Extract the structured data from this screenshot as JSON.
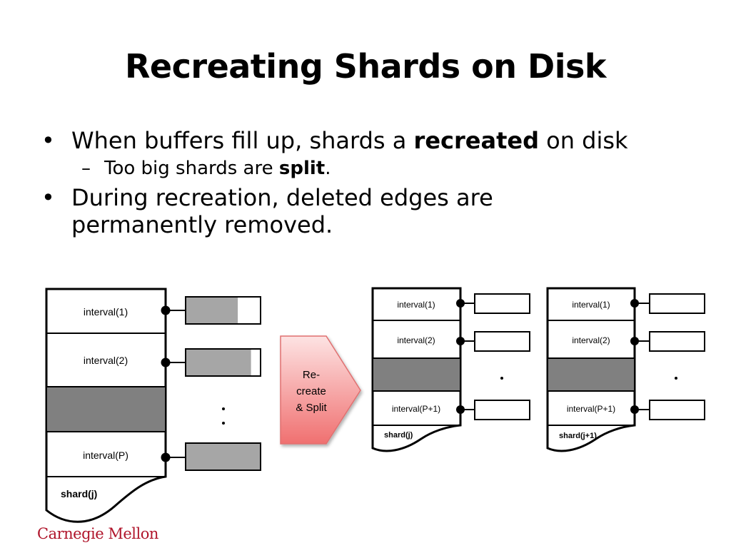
{
  "slide": {
    "title": "Recreating Shards on Disk",
    "bullet1": {
      "text_before": "When buffers fill up, shards a ",
      "bold": "recreated",
      "text_after": " on disk"
    },
    "sub_bullet": {
      "text_before": "Too big shards are ",
      "bold": "split",
      "text_after": "."
    },
    "bullet2": "During recreation, deleted edges are permanently removed."
  },
  "diagram": {
    "before": {
      "intervals": [
        "interval(1)",
        "interval(2)",
        "interval(P)"
      ],
      "shard_label": "shard(j)",
      "buffer_fill": [
        0.7,
        0.88,
        1.0
      ]
    },
    "arrow_label": [
      "Re-",
      "create",
      "& Split"
    ],
    "after": [
      {
        "intervals": [
          "interval(1)",
          "interval(2)",
          "interval(P+1)"
        ],
        "shard_label": "shard(j)"
      },
      {
        "intervals": [
          "interval(1)",
          "interval(2)",
          "interval(P+1)"
        ],
        "shard_label": "shard(j+1)"
      }
    ]
  },
  "footer": {
    "logo_text": "Carnegie Mellon"
  },
  "colors": {
    "dark_gray": "#808080",
    "buffer_gray": "#a6a6a6",
    "arrow_top": "#fde0e0",
    "arrow_bottom": "#f07474",
    "arrow_stroke": "#e07070",
    "logo_red": "#b0152b"
  }
}
